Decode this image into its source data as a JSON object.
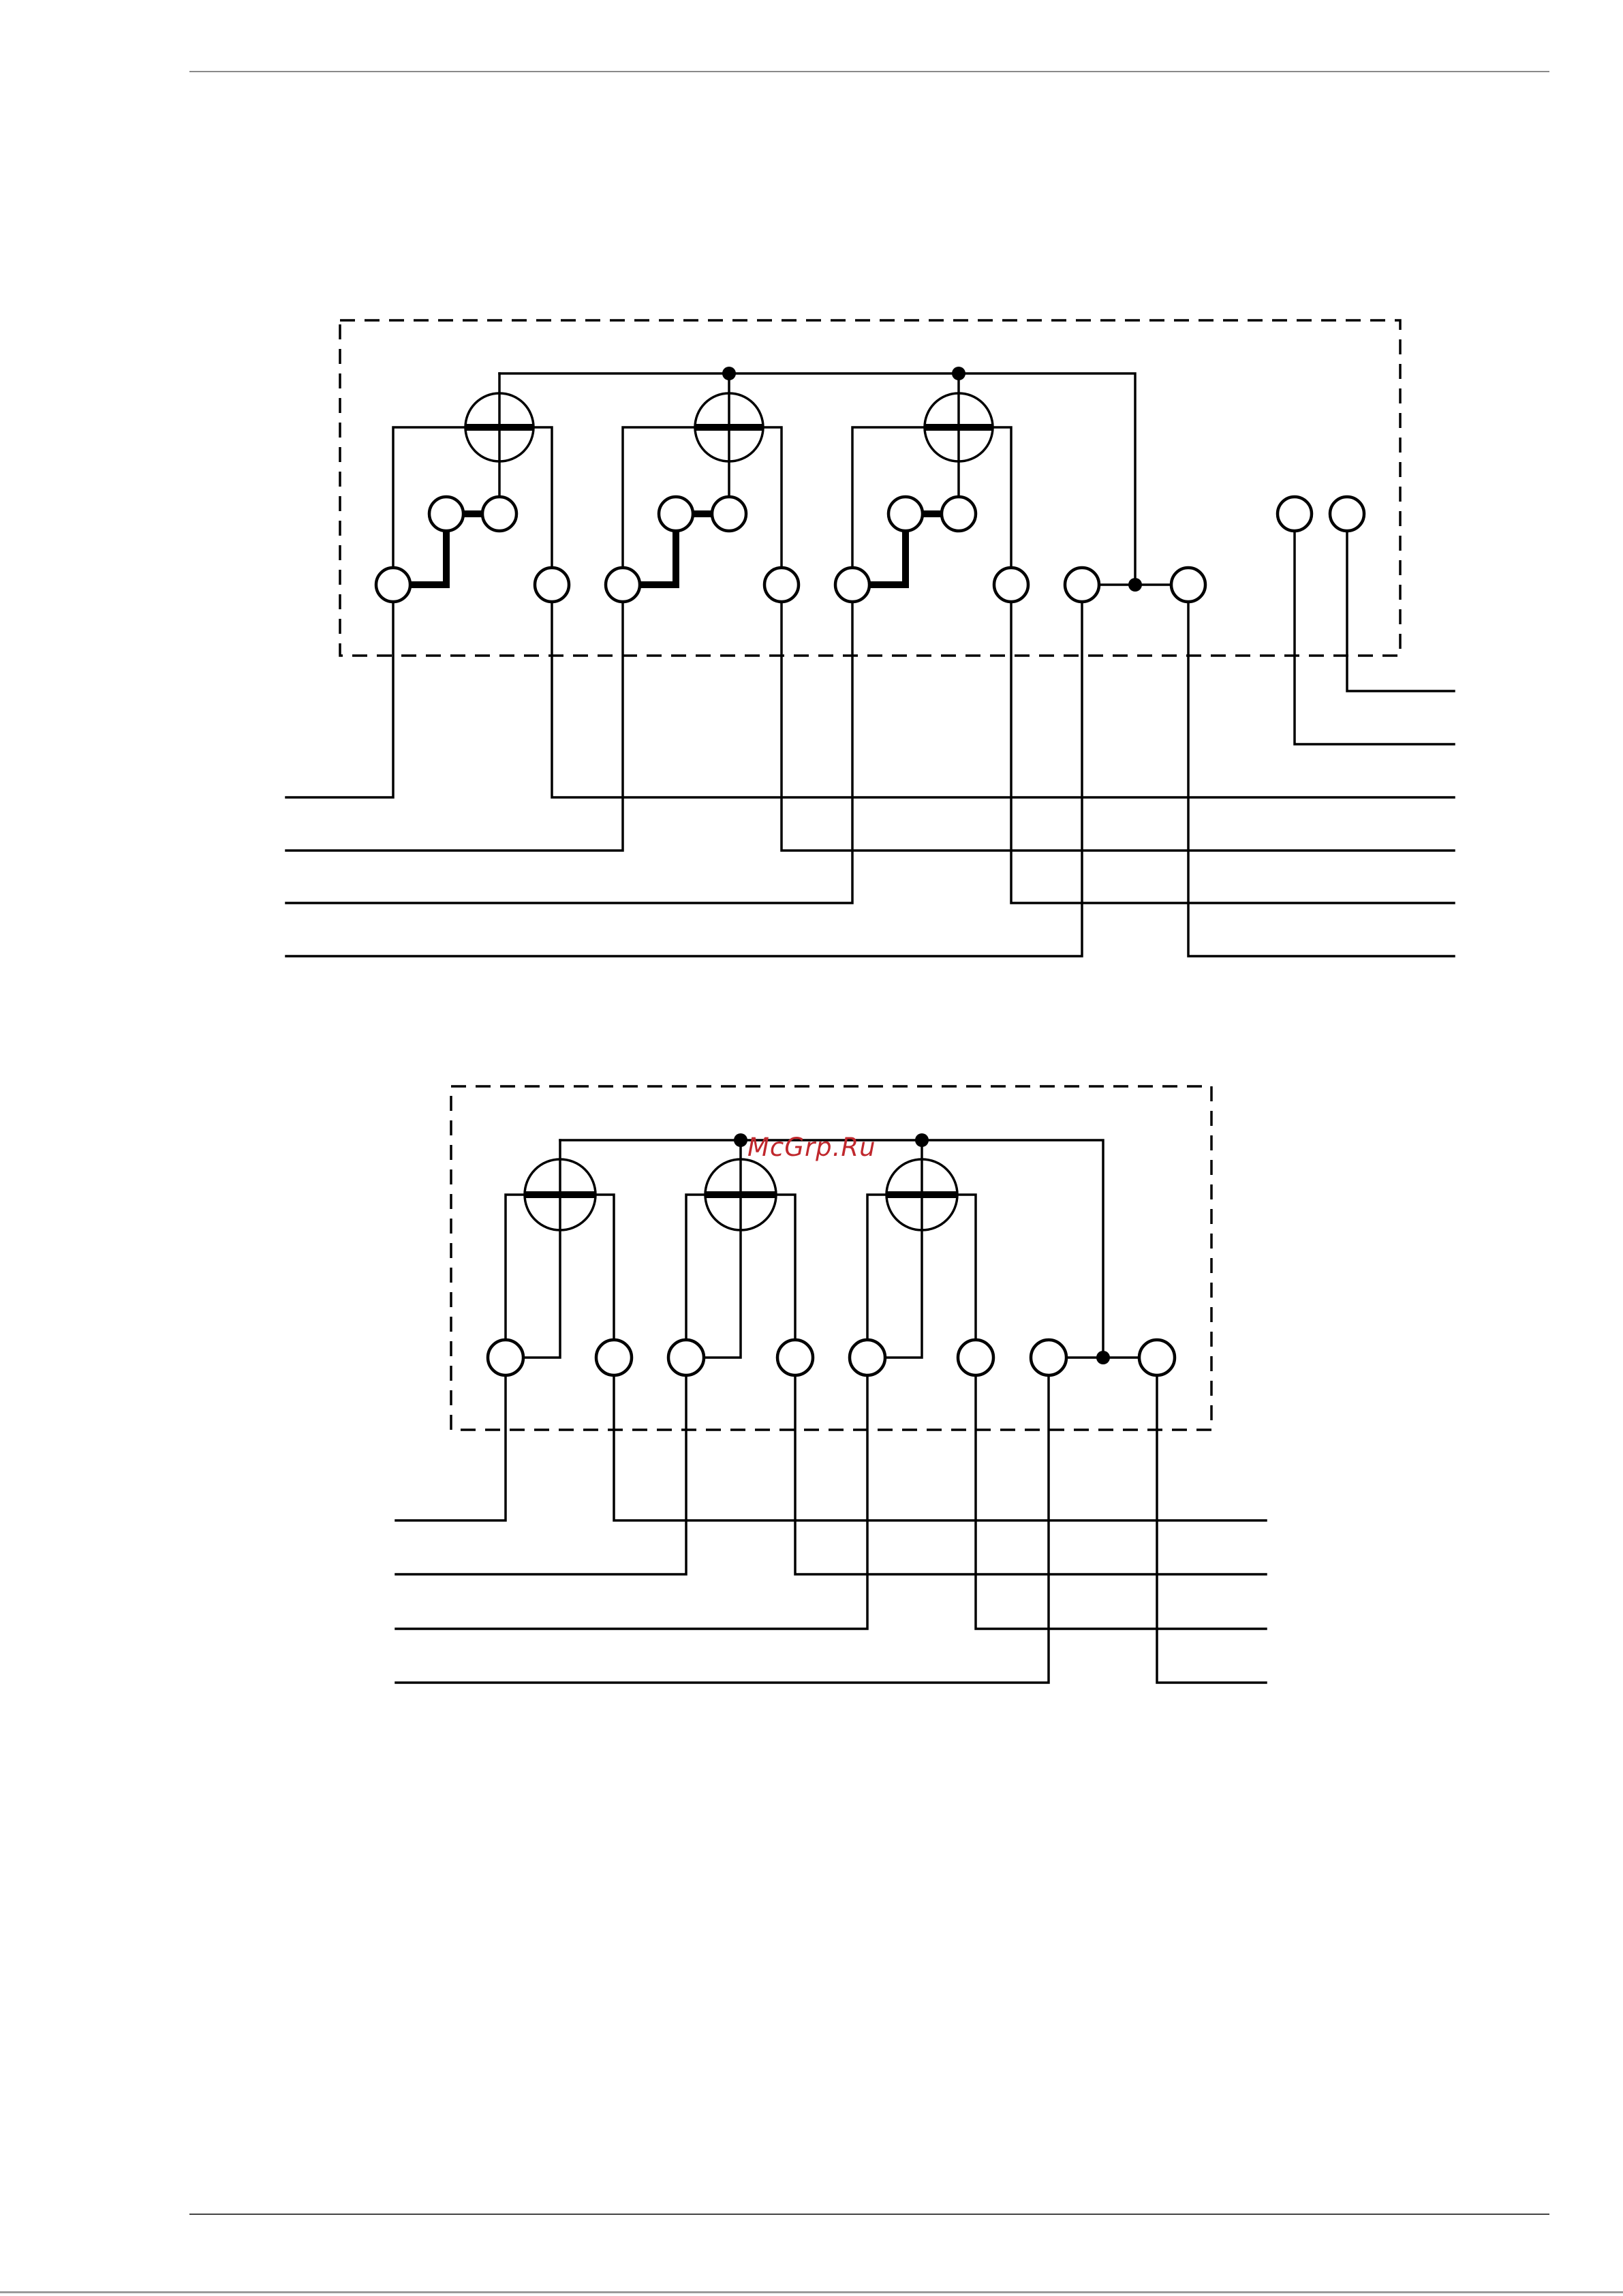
{
  "watermark": "McGrp.Ru",
  "colors": {
    "line": "#000000",
    "watermark": "#c0282d",
    "rule": "#8a8a8a"
  },
  "diagrams": [
    {
      "id": "top",
      "measuring_elements": 3,
      "voltage_jumper": "bold",
      "auxiliary_terminals": 2,
      "external_lines": 6
    },
    {
      "id": "bottom",
      "measuring_elements": 3,
      "voltage_jumper": "thin",
      "auxiliary_terminals": 0,
      "external_lines": 4
    }
  ]
}
